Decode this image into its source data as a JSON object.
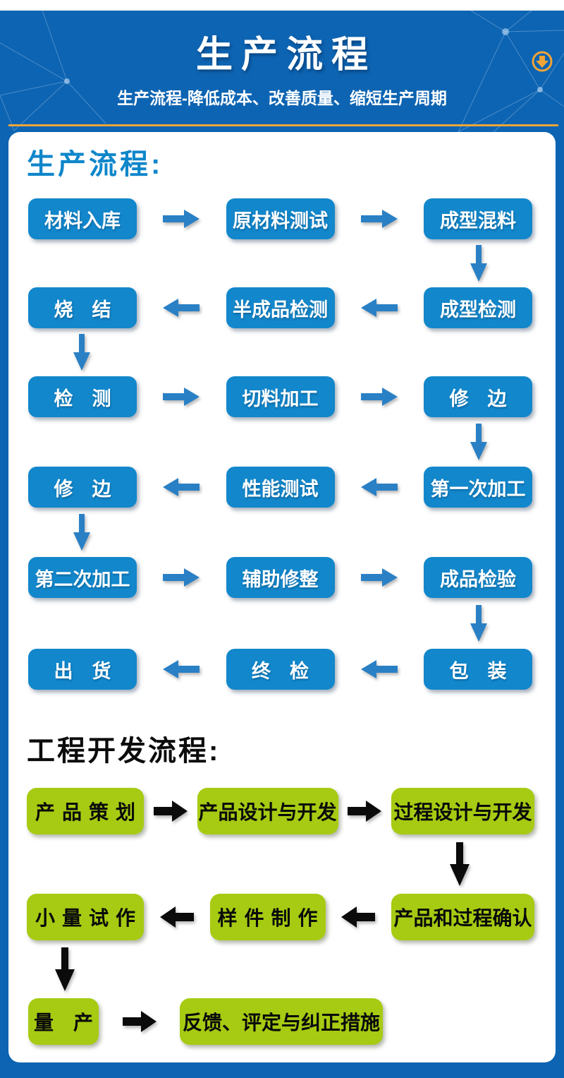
{
  "header": {
    "title": "生产流程",
    "subtitle": "生产流程-降低成本、改善质量、缩短生产周期"
  },
  "icons": {
    "download": "circle-down-arrow"
  },
  "colors": {
    "page_blue": "#0d64b2",
    "box_blue": "#1287cb",
    "arrow_blue": "#2a80c5",
    "gold": "#f0a437",
    "green": "#a6cb12",
    "heading_blue": "#0e86ca",
    "heading_black": "#0c0c0c"
  },
  "production_flow": {
    "heading": "生产流程:",
    "rows": [
      {
        "direction": "right",
        "nodes": [
          "材料入库",
          "原材料测试",
          "成型混料"
        ]
      },
      {
        "direction": "left",
        "nodes": [
          "烧　结",
          "半成品检测",
          "成型检测"
        ]
      },
      {
        "direction": "right",
        "nodes": [
          "检　测",
          "切料加工",
          "修　边"
        ]
      },
      {
        "direction": "left",
        "nodes": [
          "修　边",
          "性能测试",
          "第一次加工"
        ]
      },
      {
        "direction": "right",
        "nodes": [
          "第二次加工",
          "辅助修整",
          "成品检验"
        ]
      },
      {
        "direction": "left",
        "nodes": [
          "出　货",
          "终　检",
          "包　装"
        ]
      }
    ]
  },
  "engineering_flow": {
    "heading": "工程开发流程:",
    "rows": [
      {
        "direction": "right",
        "nodes": [
          "产品策划",
          "产品设计与开发",
          "过程设计与开发"
        ]
      },
      {
        "direction": "left",
        "nodes": [
          "小量试作",
          "样件制作",
          "产品和过程确认"
        ]
      },
      {
        "direction": "right",
        "nodes": [
          "量　产",
          "反馈、评定与纠正措施"
        ]
      }
    ]
  }
}
